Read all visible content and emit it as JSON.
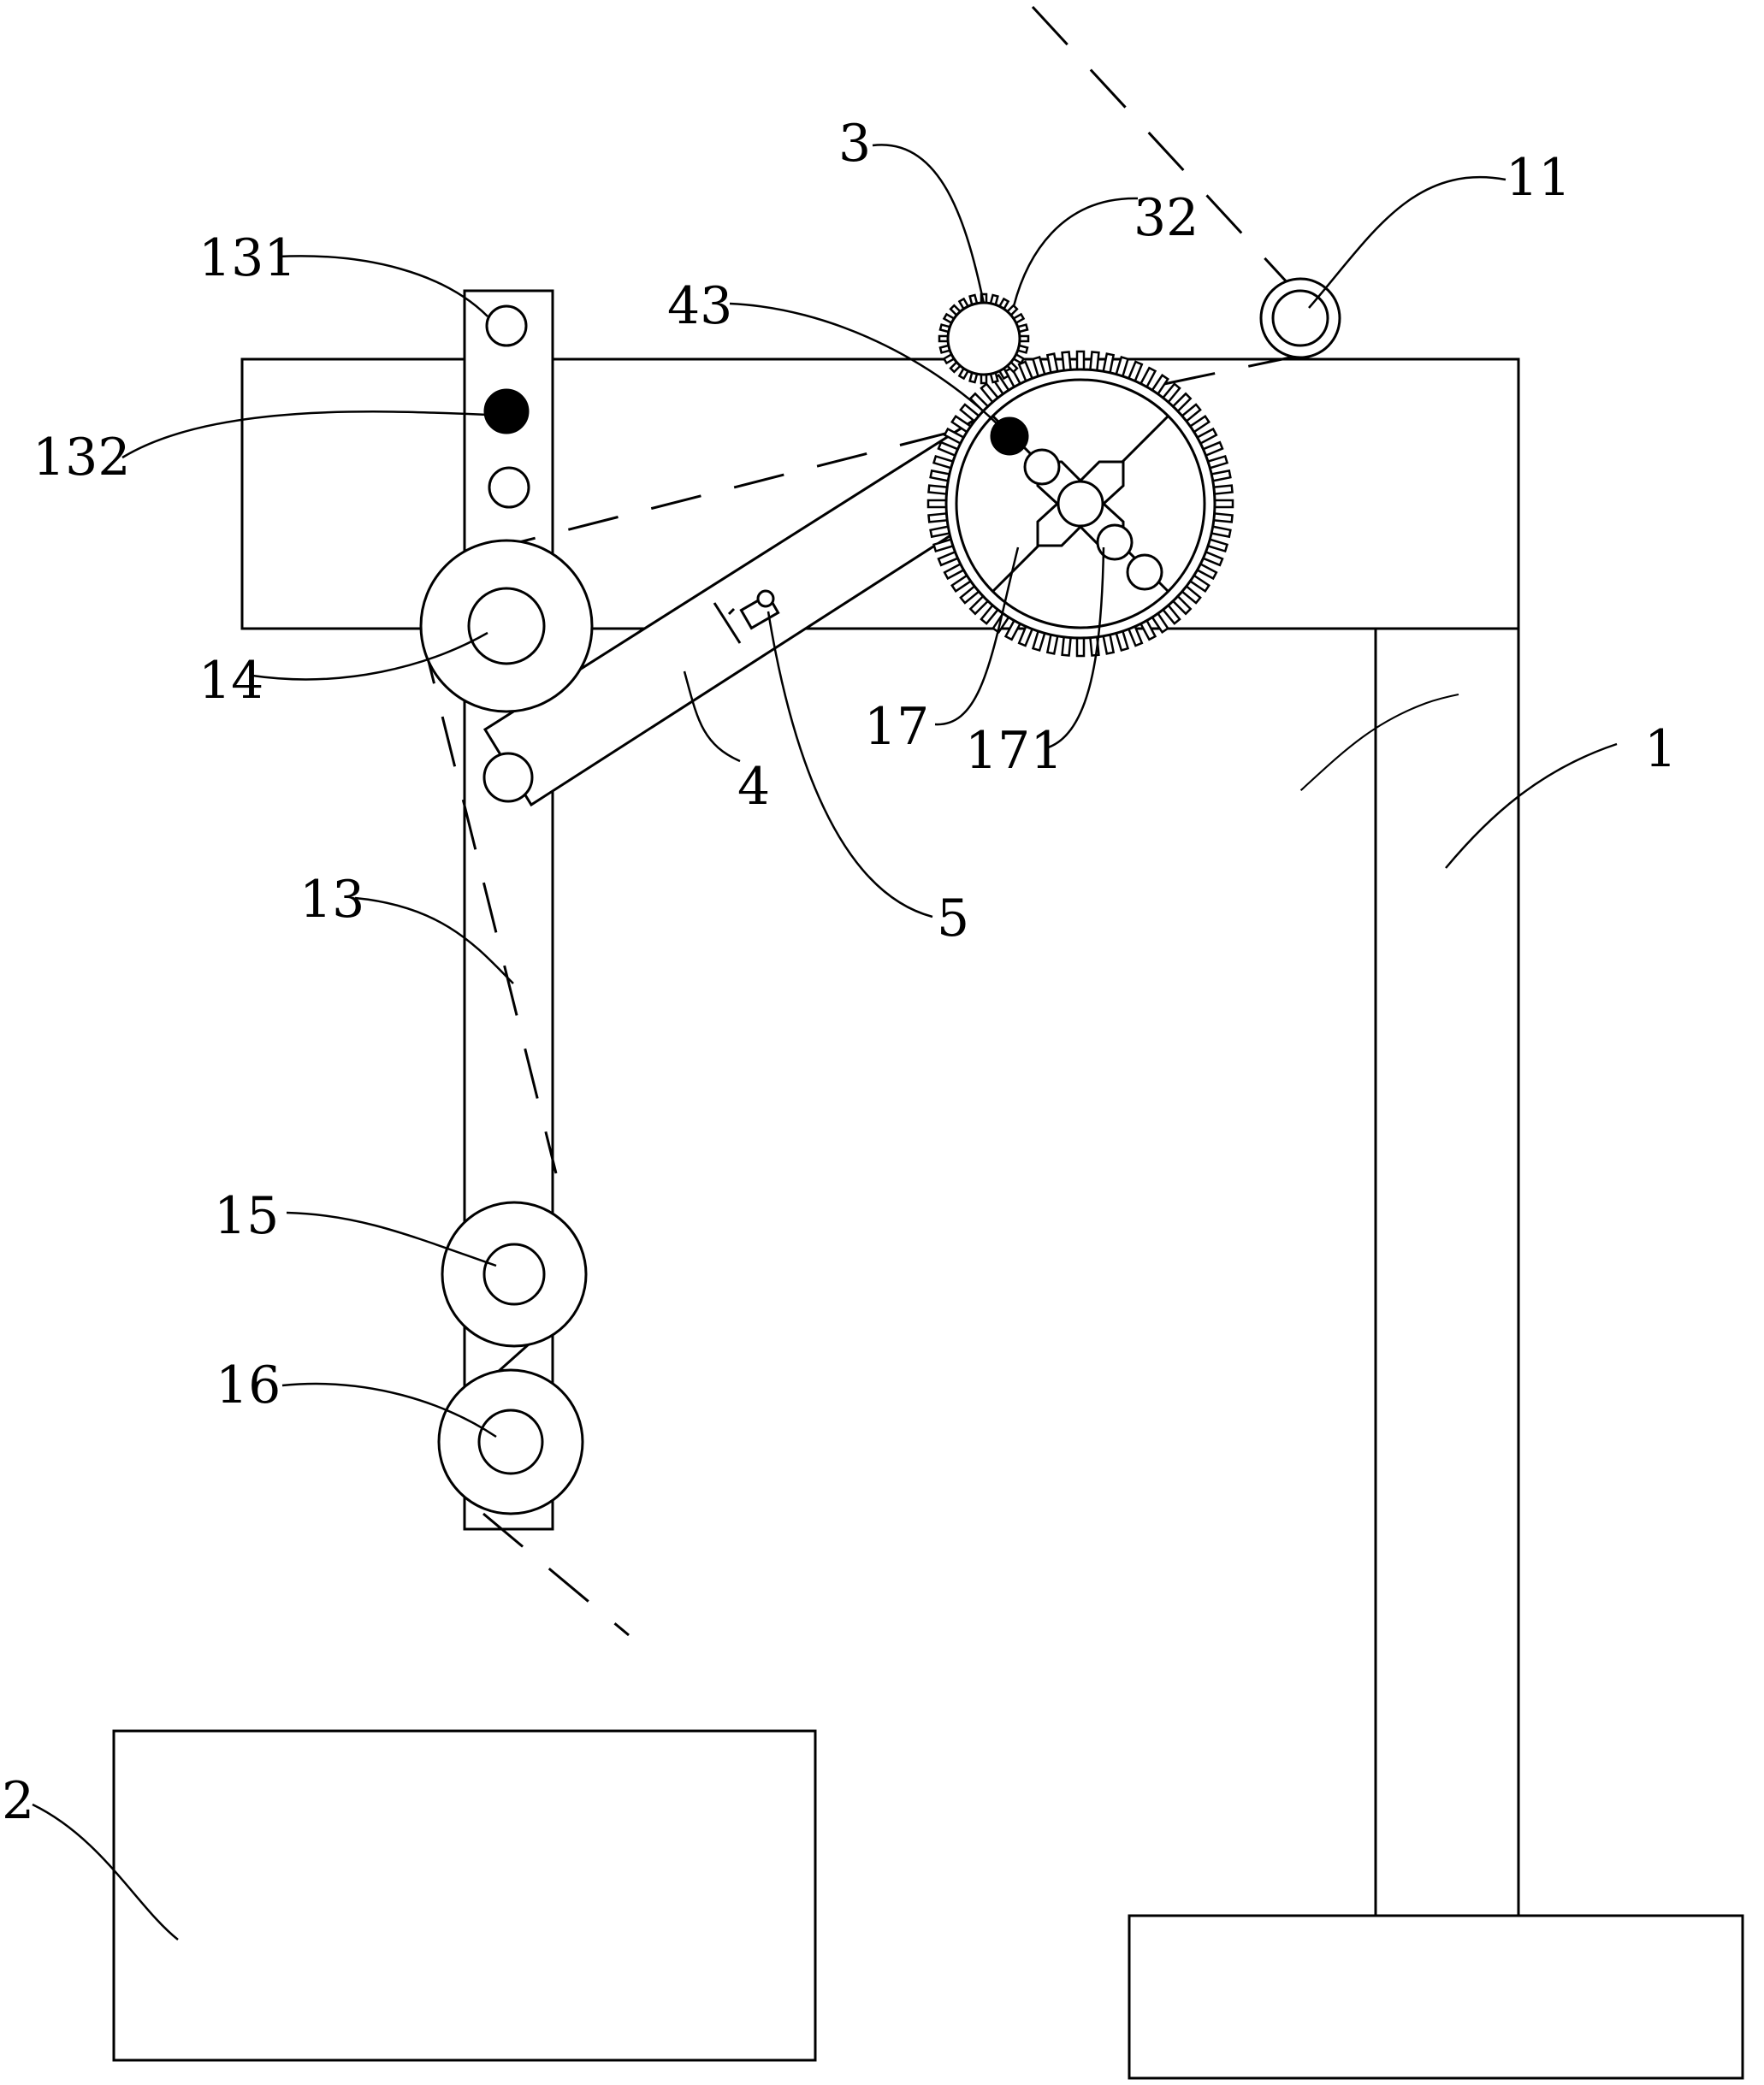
{
  "labels": {
    "l1": "1",
    "l2": "2",
    "l3": "3",
    "l4": "4",
    "l5": "5",
    "l11": "11",
    "l13": "13",
    "l14": "14",
    "l15": "15",
    "l16": "16",
    "l17": "17",
    "l32": "32",
    "l43": "43",
    "l131": "131",
    "l132": "132",
    "l171": "171"
  }
}
